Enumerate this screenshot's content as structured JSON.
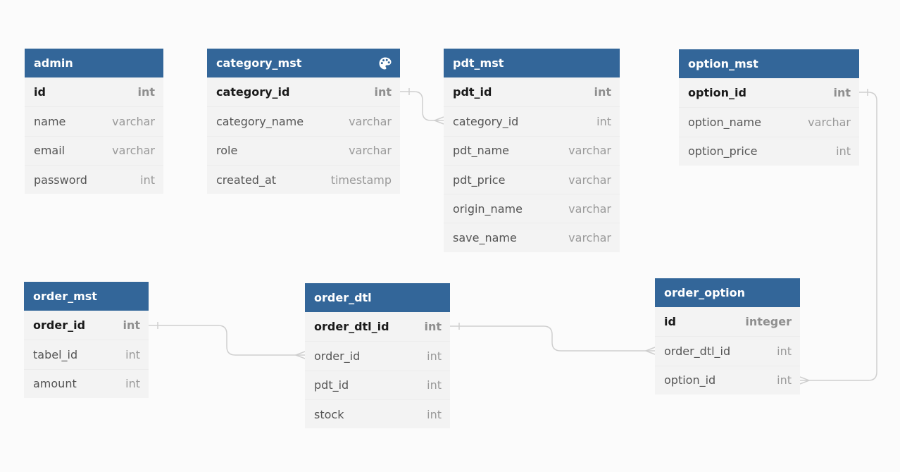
{
  "tables": {
    "admin": {
      "name": "admin",
      "fields": [
        {
          "name": "id",
          "type": "int"
        },
        {
          "name": "name",
          "type": "varchar"
        },
        {
          "name": "email",
          "type": "varchar"
        },
        {
          "name": "password",
          "type": "int"
        }
      ]
    },
    "category_mst": {
      "name": "category_mst",
      "icon": "palette-icon",
      "fields": [
        {
          "name": "category_id",
          "type": "int"
        },
        {
          "name": "category_name",
          "type": "varchar"
        },
        {
          "name": "role",
          "type": "varchar"
        },
        {
          "name": "created_at",
          "type": "timestamp"
        }
      ]
    },
    "pdt_mst": {
      "name": "pdt_mst",
      "fields": [
        {
          "name": "pdt_id",
          "type": "int"
        },
        {
          "name": "category_id",
          "type": "int"
        },
        {
          "name": "pdt_name",
          "type": "varchar"
        },
        {
          "name": "pdt_price",
          "type": "varchar"
        },
        {
          "name": "origin_name",
          "type": "varchar"
        },
        {
          "name": "save_name",
          "type": "varchar"
        }
      ]
    },
    "option_mst": {
      "name": "option_mst",
      "fields": [
        {
          "name": "option_id",
          "type": "int"
        },
        {
          "name": "option_name",
          "type": "varchar"
        },
        {
          "name": "option_price",
          "type": "int"
        }
      ]
    },
    "order_mst": {
      "name": "order_mst",
      "fields": [
        {
          "name": "order_id",
          "type": "int"
        },
        {
          "name": "tabel_id",
          "type": "int"
        },
        {
          "name": "amount",
          "type": "int"
        }
      ]
    },
    "order_dtl": {
      "name": "order_dtl",
      "fields": [
        {
          "name": "order_dtl_id",
          "type": "int"
        },
        {
          "name": "order_id",
          "type": "int"
        },
        {
          "name": "pdt_id",
          "type": "int"
        },
        {
          "name": "stock",
          "type": "int"
        }
      ]
    },
    "order_option": {
      "name": "order_option",
      "fields": [
        {
          "name": "id",
          "type": "integer"
        },
        {
          "name": "order_dtl_id",
          "type": "int"
        },
        {
          "name": "option_id",
          "type": "int"
        }
      ]
    }
  },
  "colors": {
    "header": "#336699",
    "header_text": "#ffffff",
    "body": "#f3f3f3",
    "background": "#fbfbfb",
    "link": "#cfcfcf"
  },
  "relationships": [
    {
      "from": "category_mst.category_id",
      "to": "pdt_mst.category_id",
      "type": "one-to-many"
    },
    {
      "from": "order_mst.order_id",
      "to": "order_dtl.order_id",
      "type": "one-to-many"
    },
    {
      "from": "order_dtl.order_dtl_id",
      "to": "order_option.order_dtl_id",
      "type": "one-to-many"
    },
    {
      "from": "option_mst.option_id",
      "to": "order_option.option_id",
      "type": "one-to-many"
    }
  ]
}
